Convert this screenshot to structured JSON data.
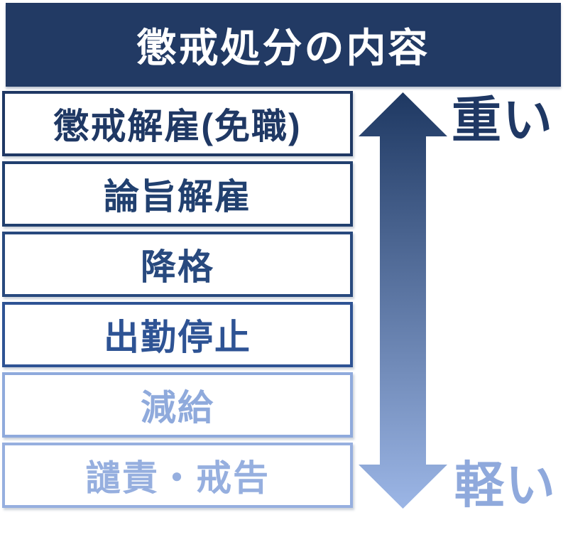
{
  "title": "懲戒処分の内容",
  "boxes": [
    {
      "label": "懲戒解雇(免職)",
      "color": "#1f3864"
    },
    {
      "label": "論旨解雇",
      "color": "#21406f"
    },
    {
      "label": "降格",
      "color": "#28497e"
    },
    {
      "label": "出勤停止",
      "color": "#2e5394"
    },
    {
      "label": "減給",
      "color": "#8faadc"
    },
    {
      "label": "譴責・戒告",
      "color": "#96afdf"
    }
  ],
  "severity_scale": {
    "top_label": "重い",
    "bottom_label": "軽い",
    "arrow_top_color": "#1e3862",
    "arrow_bottom_color": "#9cb6e6",
    "top_label_color": "#1f3864",
    "bottom_label_color": "#8fa9dc"
  },
  "colors": {
    "header_bg": "#223a64",
    "header_text": "#ffffff"
  }
}
